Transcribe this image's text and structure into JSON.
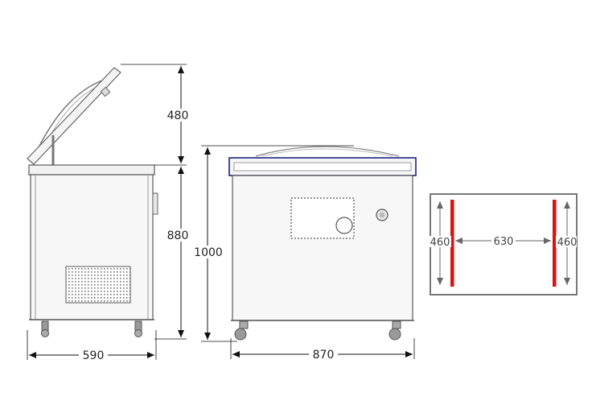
{
  "dimensions": {
    "lid_open_height": "480",
    "body_height": "880",
    "total_height": "1000",
    "side_width": "590",
    "front_width": "870",
    "chamber_bar_length_left": "460",
    "chamber_bar_spacing": "630",
    "chamber_bar_length_right": "460"
  },
  "colors": {
    "outline": "#5a5a5a",
    "body_fill": "#f2f2f2",
    "lid_outline": "#1a237e",
    "sealing_bar": "#e01010",
    "dim_line": "#111111"
  }
}
